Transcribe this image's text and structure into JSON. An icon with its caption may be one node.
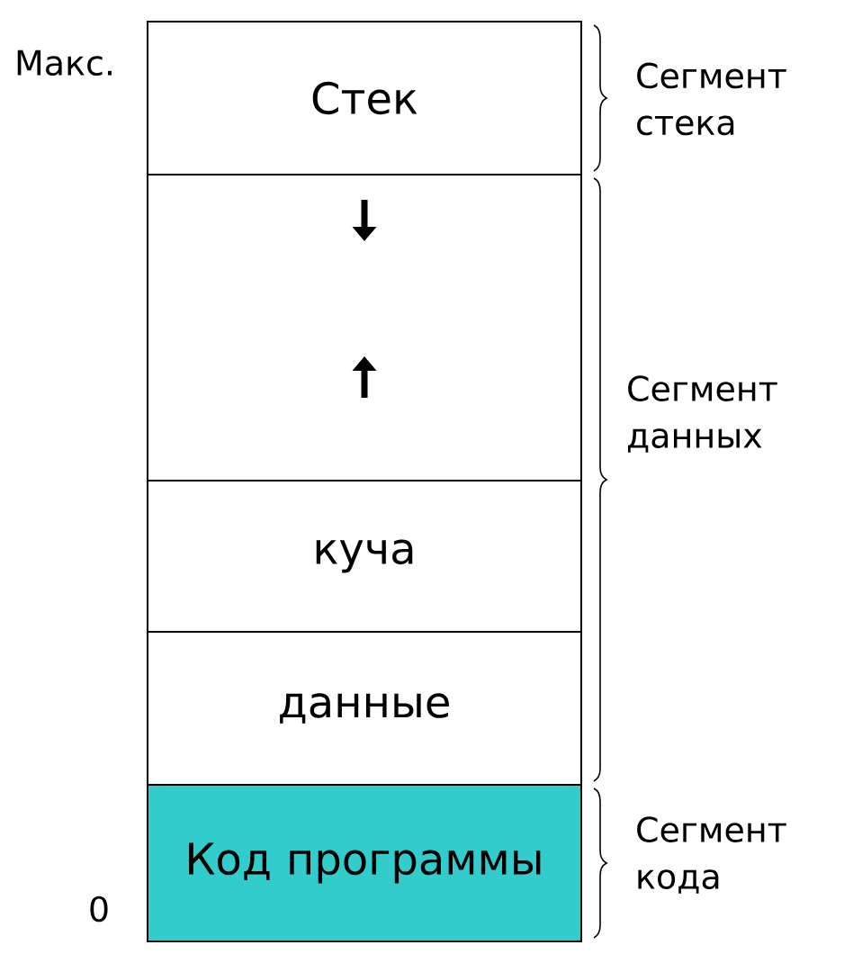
{
  "diagram": {
    "nodes": [
      {
        "text": [
          "Стек"
        ]
      },
      {
        "text": [],
        "shape": "box"
      },
      {
        "text": [
          "куча"
        ]
      },
      {
        "text": [
          "данные"
        ]
      },
      {
        "text": [
          "Код программы"
        ]
      }
    ],
    "labels": [
      "Макс.",
      "Сегмент стека",
      "Сегмент данных",
      "Сегмент кода",
      "0"
    ]
  }
}
